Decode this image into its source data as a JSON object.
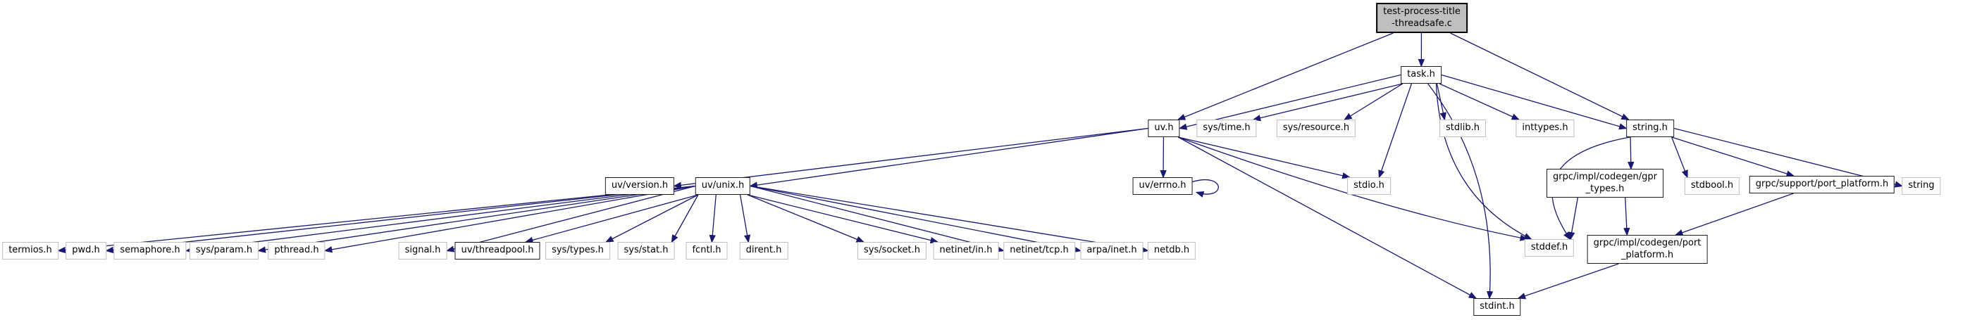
{
  "graph": {
    "edge_color": "#191970",
    "nodes": [
      {
        "id": "main",
        "label": "test-process-title\n-threadsafe.c",
        "kind": "main"
      },
      {
        "id": "task_h",
        "label": "task.h",
        "kind": "linked"
      },
      {
        "id": "uv_h",
        "label": "uv.h",
        "kind": "linked"
      },
      {
        "id": "sys_time_h",
        "label": "sys/time.h",
        "kind": "plain"
      },
      {
        "id": "sys_resource_h",
        "label": "sys/resource.h",
        "kind": "plain"
      },
      {
        "id": "stdlib_h",
        "label": "stdlib.h",
        "kind": "plain"
      },
      {
        "id": "inttypes_h",
        "label": "inttypes.h",
        "kind": "plain"
      },
      {
        "id": "string_h",
        "label": "string.h",
        "kind": "linked"
      },
      {
        "id": "uv_version_h",
        "label": "uv/version.h",
        "kind": "linked"
      },
      {
        "id": "uv_unix_h",
        "label": "uv/unix.h",
        "kind": "linked"
      },
      {
        "id": "uv_errno_h",
        "label": "uv/errno.h",
        "kind": "linked"
      },
      {
        "id": "stdio_h",
        "label": "stdio.h",
        "kind": "plain"
      },
      {
        "id": "gpr_types_h",
        "label": "grpc/impl/codegen/gpr\n_types.h",
        "kind": "linked"
      },
      {
        "id": "stdbool_h",
        "label": "stdbool.h",
        "kind": "plain"
      },
      {
        "id": "grpc_support_port_platform_h",
        "label": "grpc/support/port_platform.h",
        "kind": "linked"
      },
      {
        "id": "string_lib",
        "label": "string",
        "kind": "plain"
      },
      {
        "id": "stddef_h",
        "label": "stddef.h",
        "kind": "plain"
      },
      {
        "id": "grpc_impl_codegen_port_platform_h",
        "label": "grpc/impl/codegen/port\n_platform.h",
        "kind": "linked"
      },
      {
        "id": "stdint_h",
        "label": "stdint.h",
        "kind": "linked"
      },
      {
        "id": "termios_h",
        "label": "termios.h",
        "kind": "plain"
      },
      {
        "id": "pwd_h",
        "label": "pwd.h",
        "kind": "plain"
      },
      {
        "id": "semaphore_h",
        "label": "semaphore.h",
        "kind": "plain"
      },
      {
        "id": "sys_param_h",
        "label": "sys/param.h",
        "kind": "plain"
      },
      {
        "id": "pthread_h",
        "label": "pthread.h",
        "kind": "plain"
      },
      {
        "id": "signal_h",
        "label": "signal.h",
        "kind": "plain"
      },
      {
        "id": "uv_threadpool_h",
        "label": "uv/threadpool.h",
        "kind": "linked"
      },
      {
        "id": "sys_types_h",
        "label": "sys/types.h",
        "kind": "plain"
      },
      {
        "id": "sys_stat_h",
        "label": "sys/stat.h",
        "kind": "plain"
      },
      {
        "id": "fcntl_h",
        "label": "fcntl.h",
        "kind": "plain"
      },
      {
        "id": "dirent_h",
        "label": "dirent.h",
        "kind": "plain"
      },
      {
        "id": "sys_socket_h",
        "label": "sys/socket.h",
        "kind": "plain"
      },
      {
        "id": "netinet_in_h",
        "label": "netinet/in.h",
        "kind": "plain"
      },
      {
        "id": "netinet_tcp_h",
        "label": "netinet/tcp.h",
        "kind": "plain"
      },
      {
        "id": "arpa_inet_h",
        "label": "arpa/inet.h",
        "kind": "plain"
      },
      {
        "id": "netdb_h",
        "label": "netdb.h",
        "kind": "plain"
      }
    ],
    "edges": [
      {
        "from": "main",
        "to": "task_h"
      },
      {
        "from": "main",
        "to": "uv_h"
      },
      {
        "from": "main",
        "to": "string_h"
      },
      {
        "from": "task_h",
        "to": "uv_h"
      },
      {
        "from": "task_h",
        "to": "sys_time_h"
      },
      {
        "from": "task_h",
        "to": "sys_resource_h"
      },
      {
        "from": "task_h",
        "to": "stdio_h"
      },
      {
        "from": "task_h",
        "to": "stdlib_h"
      },
      {
        "from": "task_h",
        "to": "inttypes_h"
      },
      {
        "from": "task_h",
        "to": "string_h"
      },
      {
        "from": "task_h",
        "to": "stddef_h"
      },
      {
        "from": "task_h",
        "to": "stdint_h"
      },
      {
        "from": "uv_h",
        "to": "uv_version_h"
      },
      {
        "from": "uv_h",
        "to": "uv_unix_h"
      },
      {
        "from": "uv_h",
        "to": "uv_errno_h"
      },
      {
        "from": "uv_h",
        "to": "stdio_h"
      },
      {
        "from": "uv_h",
        "to": "stddef_h"
      },
      {
        "from": "uv_h",
        "to": "stdint_h"
      },
      {
        "from": "uv_errno_h",
        "to": "uv_errno_h"
      },
      {
        "from": "uv_unix_h",
        "to": "termios_h"
      },
      {
        "from": "uv_unix_h",
        "to": "pwd_h"
      },
      {
        "from": "uv_unix_h",
        "to": "semaphore_h"
      },
      {
        "from": "uv_unix_h",
        "to": "sys_param_h"
      },
      {
        "from": "uv_unix_h",
        "to": "pthread_h"
      },
      {
        "from": "uv_unix_h",
        "to": "signal_h"
      },
      {
        "from": "uv_unix_h",
        "to": "uv_threadpool_h"
      },
      {
        "from": "uv_unix_h",
        "to": "sys_types_h"
      },
      {
        "from": "uv_unix_h",
        "to": "sys_stat_h"
      },
      {
        "from": "uv_unix_h",
        "to": "fcntl_h"
      },
      {
        "from": "uv_unix_h",
        "to": "dirent_h"
      },
      {
        "from": "uv_unix_h",
        "to": "sys_socket_h"
      },
      {
        "from": "uv_unix_h",
        "to": "netinet_in_h"
      },
      {
        "from": "uv_unix_h",
        "to": "netinet_tcp_h"
      },
      {
        "from": "uv_unix_h",
        "to": "arpa_inet_h"
      },
      {
        "from": "uv_unix_h",
        "to": "netdb_h"
      },
      {
        "from": "string_h",
        "to": "gpr_types_h"
      },
      {
        "from": "string_h",
        "to": "stdbool_h"
      },
      {
        "from": "string_h",
        "to": "grpc_support_port_platform_h"
      },
      {
        "from": "string_h",
        "to": "string_lib"
      },
      {
        "from": "string_h",
        "to": "stddef_h"
      },
      {
        "from": "gpr_types_h",
        "to": "stddef_h"
      },
      {
        "from": "gpr_types_h",
        "to": "grpc_impl_codegen_port_platform_h"
      },
      {
        "from": "grpc_support_port_platform_h",
        "to": "grpc_impl_codegen_port_platform_h"
      },
      {
        "from": "grpc_impl_codegen_port_platform_h",
        "to": "stdint_h"
      }
    ]
  }
}
